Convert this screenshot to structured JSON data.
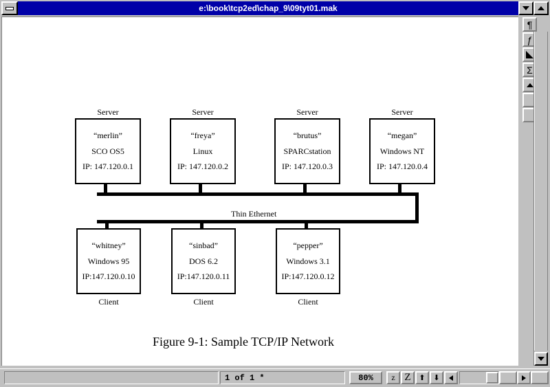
{
  "window": {
    "title": "e:\\book\\tcp2ed\\chap_9\\09tyt01.mak",
    "sysmenu_icon": "minimize-box-icon",
    "titlebar_color": "#0000a8",
    "buttons": [
      {
        "name": "minimize-button",
        "icon": "chevron-down-icon"
      },
      {
        "name": "maximize-button",
        "icon": "chevron-up-icon"
      }
    ]
  },
  "vertical_toolbar": {
    "items": [
      {
        "name": "paragraph-mark-button",
        "icon": "pilcrow-icon",
        "glyph": "¶"
      },
      {
        "name": "function-button",
        "icon": "italic-f-icon",
        "glyph": "ƒ"
      },
      {
        "name": "angle-button",
        "icon": "right-triangle-icon",
        "glyph": "triangle"
      },
      {
        "name": "sum-button",
        "icon": "sigma-icon",
        "glyph": "Σ"
      },
      {
        "name": "scroll-up-button",
        "icon": "up-arrow-icon",
        "glyph": "▲"
      },
      {
        "name": "toolbar-blank-1",
        "icon": "blank-icon",
        "glyph": ""
      },
      {
        "name": "toolbar-blank-2",
        "icon": "blank-icon",
        "glyph": ""
      }
    ]
  },
  "scrollbar": {
    "down_button_icon": "down-arrow-icon"
  },
  "statusbar": {
    "message": "",
    "page_indicator": "1 of 1 *",
    "zoom": "80%",
    "buttons": [
      {
        "name": "zoom-out-button",
        "label": "z",
        "icon": "small-z-icon"
      },
      {
        "name": "zoom-in-button",
        "label": "Z",
        "icon": "large-z-icon"
      },
      {
        "name": "page-up-button",
        "label": "⬆",
        "icon": "page-up-icon"
      },
      {
        "name": "page-down-button",
        "label": "⬇",
        "icon": "page-down-icon"
      },
      {
        "name": "scroll-left-button",
        "label": "◀",
        "icon": "left-arrow-icon"
      },
      {
        "name": "scroll-right-button",
        "label": "▶",
        "icon": "right-arrow-icon"
      }
    ]
  },
  "diagram": {
    "caption": "Figure 9-1: Sample TCP/IP Network",
    "bus_label": "Thin Ethernet",
    "servers": [
      {
        "role": "Server",
        "name": "“merlin”",
        "os": "SCO OS5",
        "ip": "IP:  147.120.0.1"
      },
      {
        "role": "Server",
        "name": "“freya”",
        "os": "Linux",
        "ip": "IP:  147.120.0.2"
      },
      {
        "role": "Server",
        "name": "“brutus”",
        "os": "SPARCstation",
        "ip": "IP:  147.120.0.3"
      },
      {
        "role": "Server",
        "name": "“megan”",
        "os": "Windows NT",
        "ip": "IP:  147.120.0.4"
      }
    ],
    "clients": [
      {
        "role": "Client",
        "name": "“whitney”",
        "os": "Windows 95",
        "ip": "IP:147.120.0.10"
      },
      {
        "role": "Client",
        "name": "“sinbad”",
        "os": "DOS 6.2",
        "ip": "IP:147.120.0.11"
      },
      {
        "role": "Client",
        "name": "“pepper”",
        "os": "Windows 3.1",
        "ip": "IP:147.120.0.12"
      }
    ]
  }
}
